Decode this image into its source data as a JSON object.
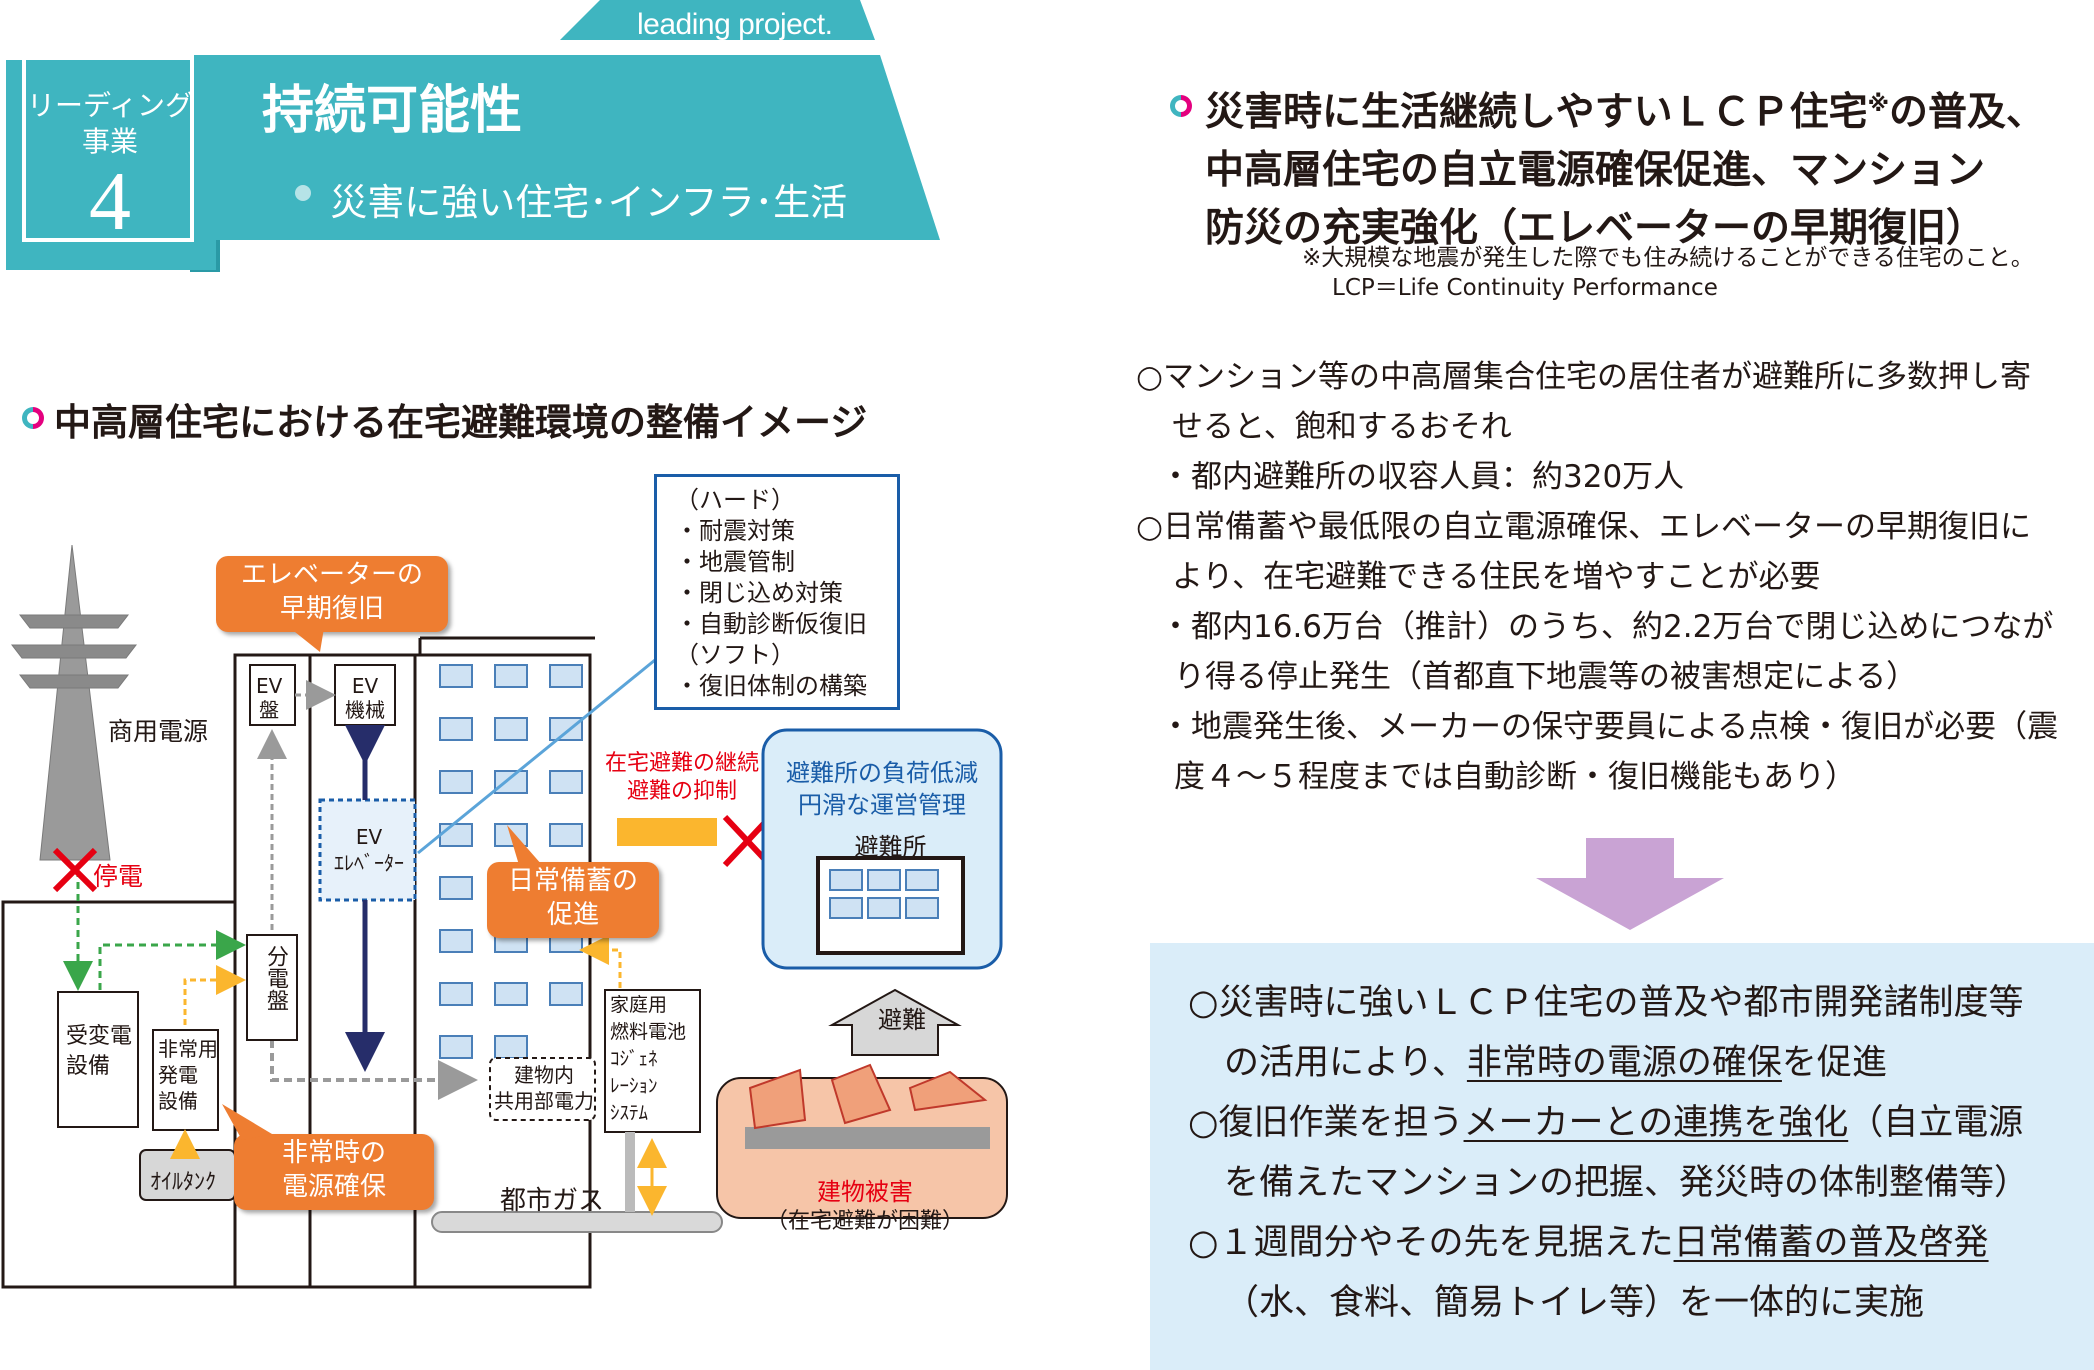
{
  "header": {
    "tag_en": "leading project.",
    "lead_label_line1": "リーディング",
    "lead_label_line2": "事業",
    "lead_number": "4",
    "title": "持続可能性",
    "subtitle": "災害に強い住宅･インフラ･生活",
    "colors": {
      "teal": "#3fb5c0",
      "dark_teal": "#2a9aa6",
      "magenta": "#e4007f"
    }
  },
  "right": {
    "heading_line1": "災害時に生活継続しやすいＬＣＰ住宅",
    "heading_mark": "※",
    "heading_line1b": "の普及、",
    "heading_line2": "中高層住宅の自立電源確保促進、マンション",
    "heading_line3": "防災の充実強化（エレベーターの早期復旧）",
    "note_line1": "※大規模な地震が発生した際でも住み続けることができる住宅のこと。",
    "note_line2": "LCP＝Life Continuity Performance",
    "p1_line1": "○マンション等の中高層集合住宅の居住者が避難所に多数押し寄",
    "p1_line2": "せると、飽和するおそれ",
    "p1_sub": "・都内避難所の収容人員：約320万人",
    "p2_line1": "○日常備蓄や最低限の自立電源確保、エレベーターの早期復旧に",
    "p2_line2": "より、在宅避難できる住民を増やすことが必要",
    "p2_sub1_line1": "・都内16.6万台（推計）のうち、約2.2万台で閉じ込めにつなが",
    "p2_sub1_line2": "り得る停止発生（首都直下地震等の被害想定による）",
    "p2_sub2_line1": "・地震発生後、メーカーの保守要員による点検・復旧が必要（震",
    "p2_sub2_line2": "度４～５程度までは自動診断・復旧機能もあり）",
    "r1_a": "○災害時に強いＬＣＰ住宅の普及や都市開発諸制度等",
    "r1_b_pre": "の活用により、",
    "r1_b_u": "非常時の電源の確保",
    "r1_b_post": "を促進",
    "r2_pre": "○復旧作業を担う",
    "r2_u": "メーカーとの連携を強化",
    "r2_post": "（自立電源",
    "r2_b": "を備えたマンションの把握、発災時の体制整備等）",
    "r3_pre": "○１週間分やその先を見据えた",
    "r3_u": "日常備蓄の普及啓発",
    "r3_b": "（水、食料、簡易トイレ等）を一体的に実施",
    "colors": {
      "arrow": "#c9a3d4",
      "box": "#daedf9"
    }
  },
  "diagram": {
    "heading": "中高層住宅における在宅避難環境の整備イメージ",
    "hard_title": "（ハード）",
    "hard_items": [
      "・耐震対策",
      "・地震管制",
      "・閉じ込め対策",
      "・自動診断仮復旧"
    ],
    "soft_title": "（ソフト）",
    "soft_items": [
      "・復旧体制の構築"
    ],
    "callout_elevator": [
      "エレベーターの",
      "早期復旧"
    ],
    "callout_stock": [
      "日常備蓄の",
      "促進"
    ],
    "callout_power": [
      "非常時の",
      "電源確保"
    ],
    "commercial_power": "商用電源",
    "blackout": "停電",
    "ev_board": [
      "EV",
      "盤"
    ],
    "ev_machine": [
      "EV",
      "機械"
    ],
    "ev_elevator": [
      "EV",
      "ｴﾚﾍﾞｰﾀｰ"
    ],
    "dist_board": "分電盤",
    "substation": [
      "受変電",
      "設備"
    ],
    "emergency_gen": [
      "非常用",
      "発電",
      "設備"
    ],
    "oil_tank": "ｵｲﾙﾀﾝｸ",
    "fuel_cell": [
      "家庭用",
      "燃料電池",
      "ｺｼﾞｪﾈ",
      "ﾚｰｼｮﾝ",
      "ｼｽﾃﾑ"
    ],
    "shared_power": [
      "建物内",
      "共用部電力"
    ],
    "city_gas": "都市ガス",
    "continue_label": [
      "在宅避難の継続",
      "避難の抑制"
    ],
    "shelter_load": [
      "避難所の負荷低減",
      "円滑な運営管理"
    ],
    "shelter": "避難所",
    "evacuation": "避難",
    "building_damage": "建物被害",
    "building_damage_note": "（在宅避難が困難）",
    "colors": {
      "callout": "#ee7d31",
      "red": "#e60012",
      "green": "#3aa64a",
      "blue": "#1a5da8",
      "navy": "#262d6a",
      "window": "#cfe2f3",
      "yellow": "#fbb62e",
      "salmon": "#f6c5a8"
    }
  }
}
